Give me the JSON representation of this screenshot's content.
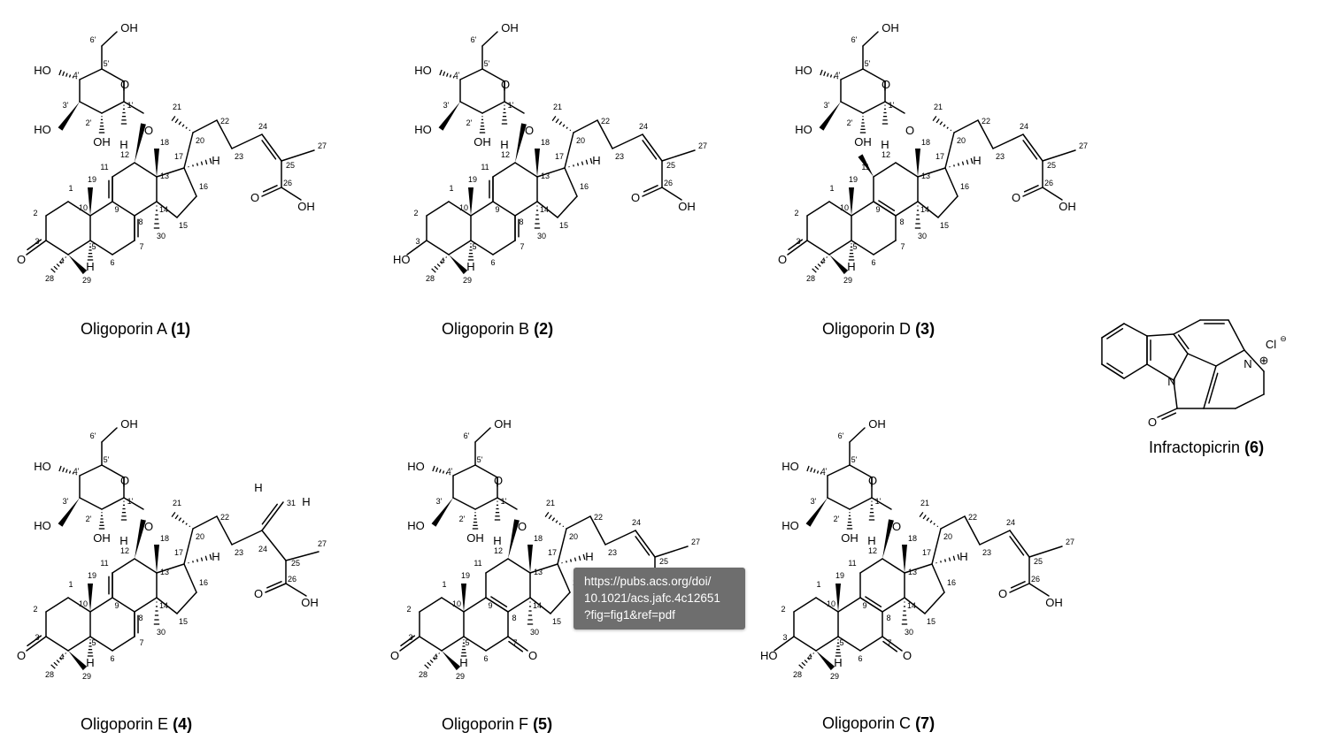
{
  "compounds": [
    {
      "name": "Oligoporin A",
      "number": "(1)"
    },
    {
      "name": "Oligoporin B",
      "number": "(2)"
    },
    {
      "name": "Oligoporin D",
      "number": "(3)"
    },
    {
      "name": "Infractopicrin",
      "number": "(6)"
    },
    {
      "name": "Oligoporin E",
      "number": "(4)"
    },
    {
      "name": "Oligoporin F",
      "number": "(5)"
    },
    {
      "name": "Oligoporin C",
      "number": "(7)"
    }
  ],
  "atom_labels": {
    "oh": "OH",
    "ho": "HO",
    "o": "O",
    "h": "H",
    "n": "N",
    "cl": "Cl",
    "plus": "⊕",
    "minus": "⊖"
  },
  "numbering": {
    "sugar": [
      "6'",
      "5'",
      "4'",
      "3'",
      "2'",
      "1'"
    ],
    "core": [
      "1",
      "2",
      "3",
      "4",
      "5",
      "6",
      "7",
      "8",
      "9",
      "10",
      "11",
      "12",
      "13",
      "14",
      "15",
      "16",
      "17",
      "18",
      "19",
      "20",
      "21",
      "22",
      "23",
      "24",
      "25",
      "26",
      "27",
      "28",
      "29",
      "30",
      "31"
    ]
  },
  "tooltip": {
    "lines": [
      "https://pubs.acs.org/doi/",
      "10.1021/acs.jafc.4c12651",
      "?fig=fig1&ref=pdf"
    ]
  }
}
